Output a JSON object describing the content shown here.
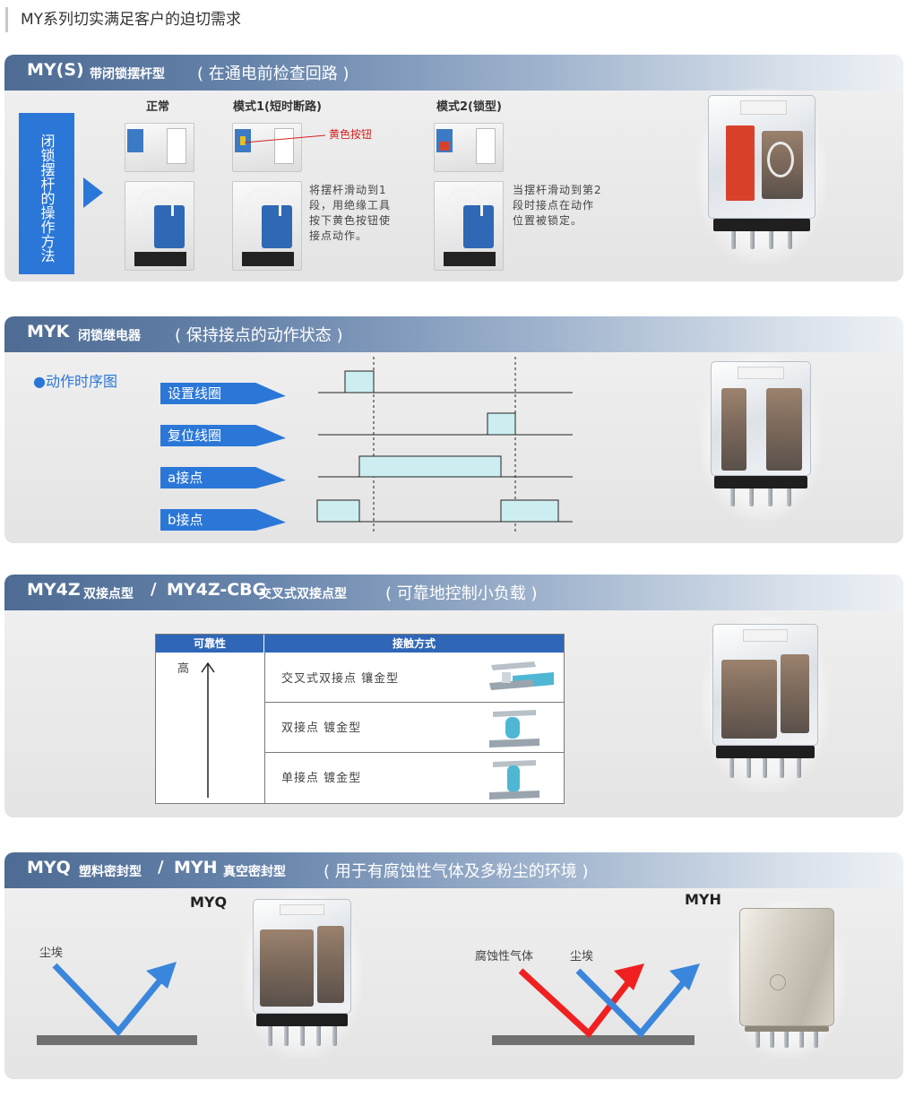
{
  "page_title": "MY系列切实满足客户的迫切需求",
  "sections": {
    "mys": {
      "model": "MY(S)",
      "type": "带闭锁摆杆型",
      "desc": "( 在通电前检查回路 )",
      "side_label": "闭锁摆杆的操作方法",
      "cols": {
        "normal": "正常",
        "mode1": "模式1(短时断路)",
        "mode2": "模式2(锁型)"
      },
      "callout": "黄色按钮",
      "mode1_desc": "将摆杆滑动到1段，用绝缘工具按下黄色按钮使接点动作。",
      "mode2_desc": "当摆杆滑动到第2段时接点在动作位置被锁定。"
    },
    "myk": {
      "model": "MYK",
      "type": "闭锁继电器",
      "desc": "( 保持接点的动作状态 )",
      "timing_title": "●动作时序图",
      "rows": [
        "设置线圈",
        "复位线圈",
        "a接点",
        "b接点"
      ]
    },
    "my4z": {
      "model": "MY4Z",
      "type": "双接点型",
      "slash": "/",
      "model2": "MY4Z-CBG",
      "type2": "交叉式双接点型",
      "desc": "( 可靠地控制小负载 )",
      "table": {
        "col_reliability": "可靠性",
        "col_contact": "接触方式",
        "high": "高",
        "rows": [
          "交叉式双接点 镶金型",
          "双接点 镀金型",
          "单接点 镀金型"
        ]
      }
    },
    "myq": {
      "model": "MYQ",
      "type": "塑料密封型",
      "slash": "/",
      "model2": "MYH",
      "type2": "真空密封型",
      "desc": "( 用于有腐蚀性气体及多粉尘的环境 )",
      "myq_label": "MYQ",
      "myh_label": "MYH",
      "dust": "尘埃",
      "gas": "腐蚀性气体",
      "dust2": "尘埃"
    }
  },
  "colors": {
    "header_start": "#4d6b93",
    "tag_blue": "#2b77d8",
    "arrow_blue": "#3a86dc",
    "arrow_red": "#f02020",
    "pulse_fill": "#cdeef0",
    "table_header": "#2f66b8",
    "floor_gray": "#707070"
  }
}
